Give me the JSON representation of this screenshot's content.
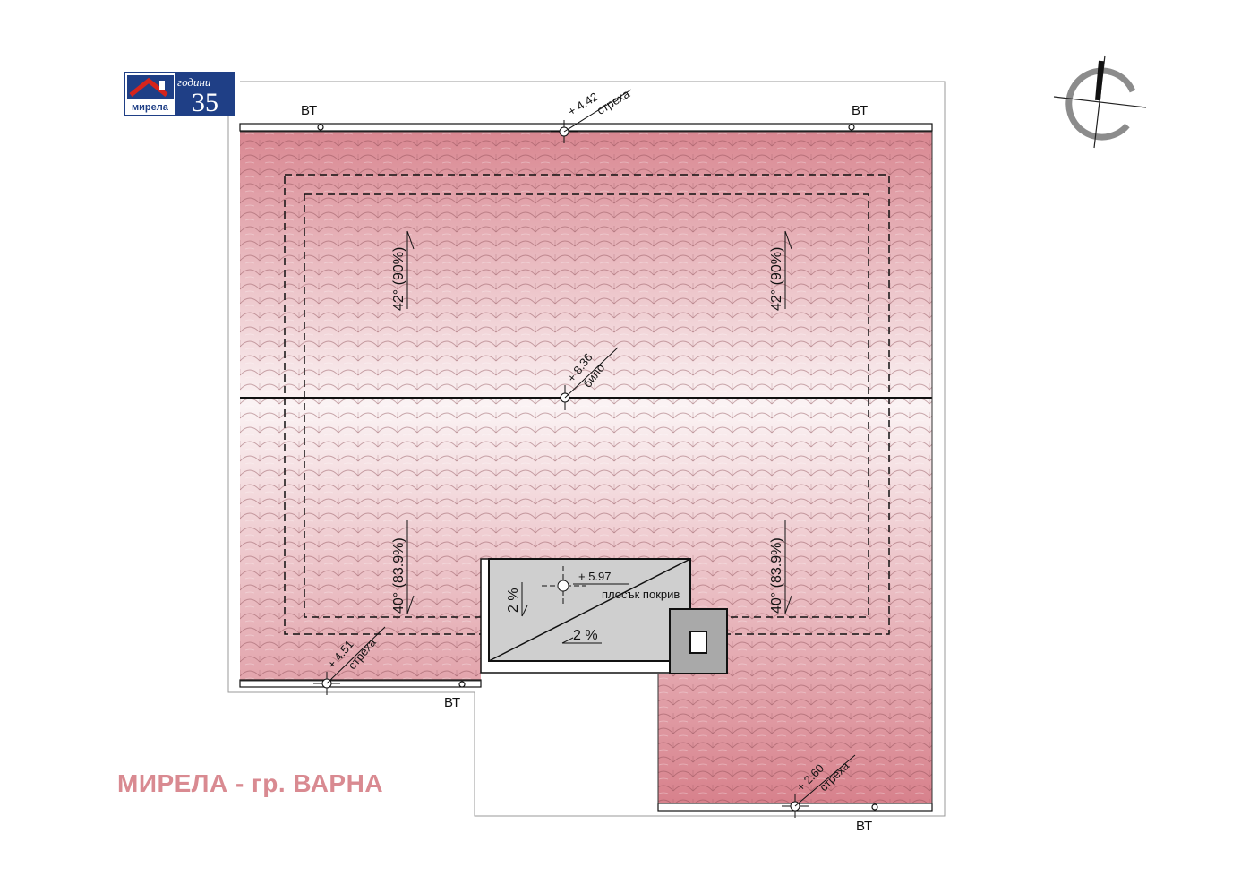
{
  "colors": {
    "tile_top": "#d98791",
    "tile_mid": "#fbf3f4",
    "tile_bottom": "#d77f8a",
    "outline": "#111111",
    "flat_roof": "#cfcfcf",
    "chimney": "#a9a9a9",
    "brand_blue": "#1f3f86",
    "brand_red": "#d6241c",
    "footer_text": "#d98a91",
    "compass": "#8c8c8c"
  },
  "logo": {
    "brand": "мирела",
    "years_word": "години",
    "years": "35"
  },
  "downpipes": {
    "top_left": "ВТ",
    "top_right": "ВТ",
    "bottom_left": "ВТ",
    "bottom_right": "ВТ"
  },
  "levels": {
    "eave_top": {
      "value": "+ 4.42",
      "label": "стреха"
    },
    "ridge": {
      "value": "+ 8.36",
      "label": "било"
    },
    "flat_roof": {
      "value": "+ 5.97",
      "label": "плосък покрив"
    },
    "eave_left": {
      "value": "+ 4.51",
      "label": "стреха"
    },
    "eave_bottom": {
      "value": "+ 2.60",
      "label": "стреха"
    }
  },
  "slopes": {
    "north_left": "42° (90%)",
    "north_right": "42° (90%)",
    "south_left": "40° (83.9%)",
    "south_right": "40° (83.9%)",
    "flat_vertical": "2 %",
    "flat_horizontal": "2 %"
  },
  "footer": {
    "text": "МИРЕЛА - гр. ВАРНА"
  }
}
